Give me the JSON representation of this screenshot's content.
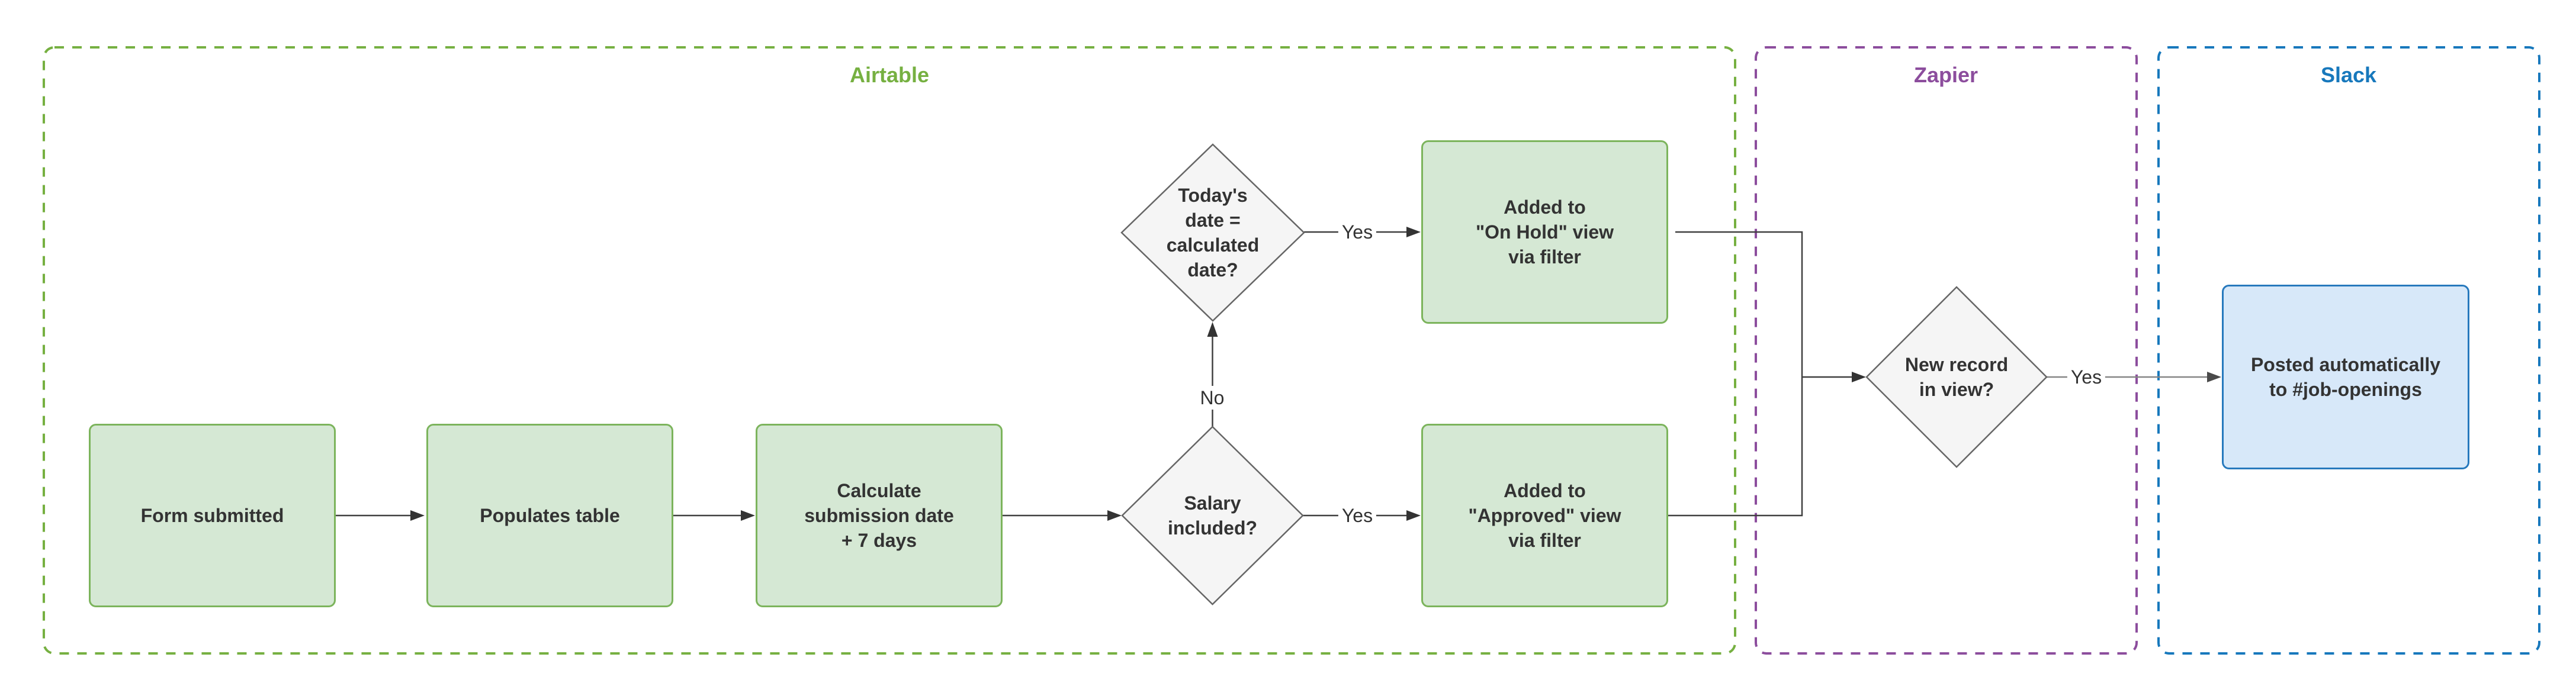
{
  "colors": {
    "airtable_green": "#76b041",
    "zapier_purple": "#8c4d9d",
    "slack_blue": "#1778bc",
    "process_fill": "#d5e8d4",
    "process_stroke": "#7cb45c",
    "decision_fill": "#f5f5f5",
    "decision_stroke": "#666666",
    "slack_node_fill": "#d7e8f9",
    "slack_node_stroke": "#2779bd",
    "connector": "#404040",
    "connector_head": "#333333",
    "connector_gray": "#868686",
    "connector_gray_head": "#4a4a4a",
    "node_text": "#333333"
  },
  "containers": [
    {
      "label": "Airtable",
      "color": "#76b041"
    },
    {
      "label": "Zapier",
      "color": "#8c4d9d"
    },
    {
      "label": "Slack",
      "color": "#1778bc"
    }
  ],
  "nodes": {
    "form_submitted": {
      "label": "Form submitted"
    },
    "populates_table": {
      "label": "Populates table"
    },
    "calculate": {
      "label": "Calculate\nsubmission date\n+ 7 days"
    },
    "salary_decision": {
      "label": "Salary\nincluded?"
    },
    "date_decision": {
      "label": "Today's\ndate =\ncalculated\ndate?"
    },
    "on_hold": {
      "label": "Added to\n\"On Hold\" view\nvia filter"
    },
    "approved": {
      "label": "Added to\n\"Approved\" view\nvia filter"
    },
    "record_decision": {
      "label": "New record\nin view?"
    },
    "posted_slack": {
      "label": "Posted automatically\nto #job-openings"
    }
  },
  "edge_labels": {
    "salary_no": "No",
    "salary_yes": "Yes",
    "date_yes": "Yes",
    "record_yes": "Yes"
  }
}
